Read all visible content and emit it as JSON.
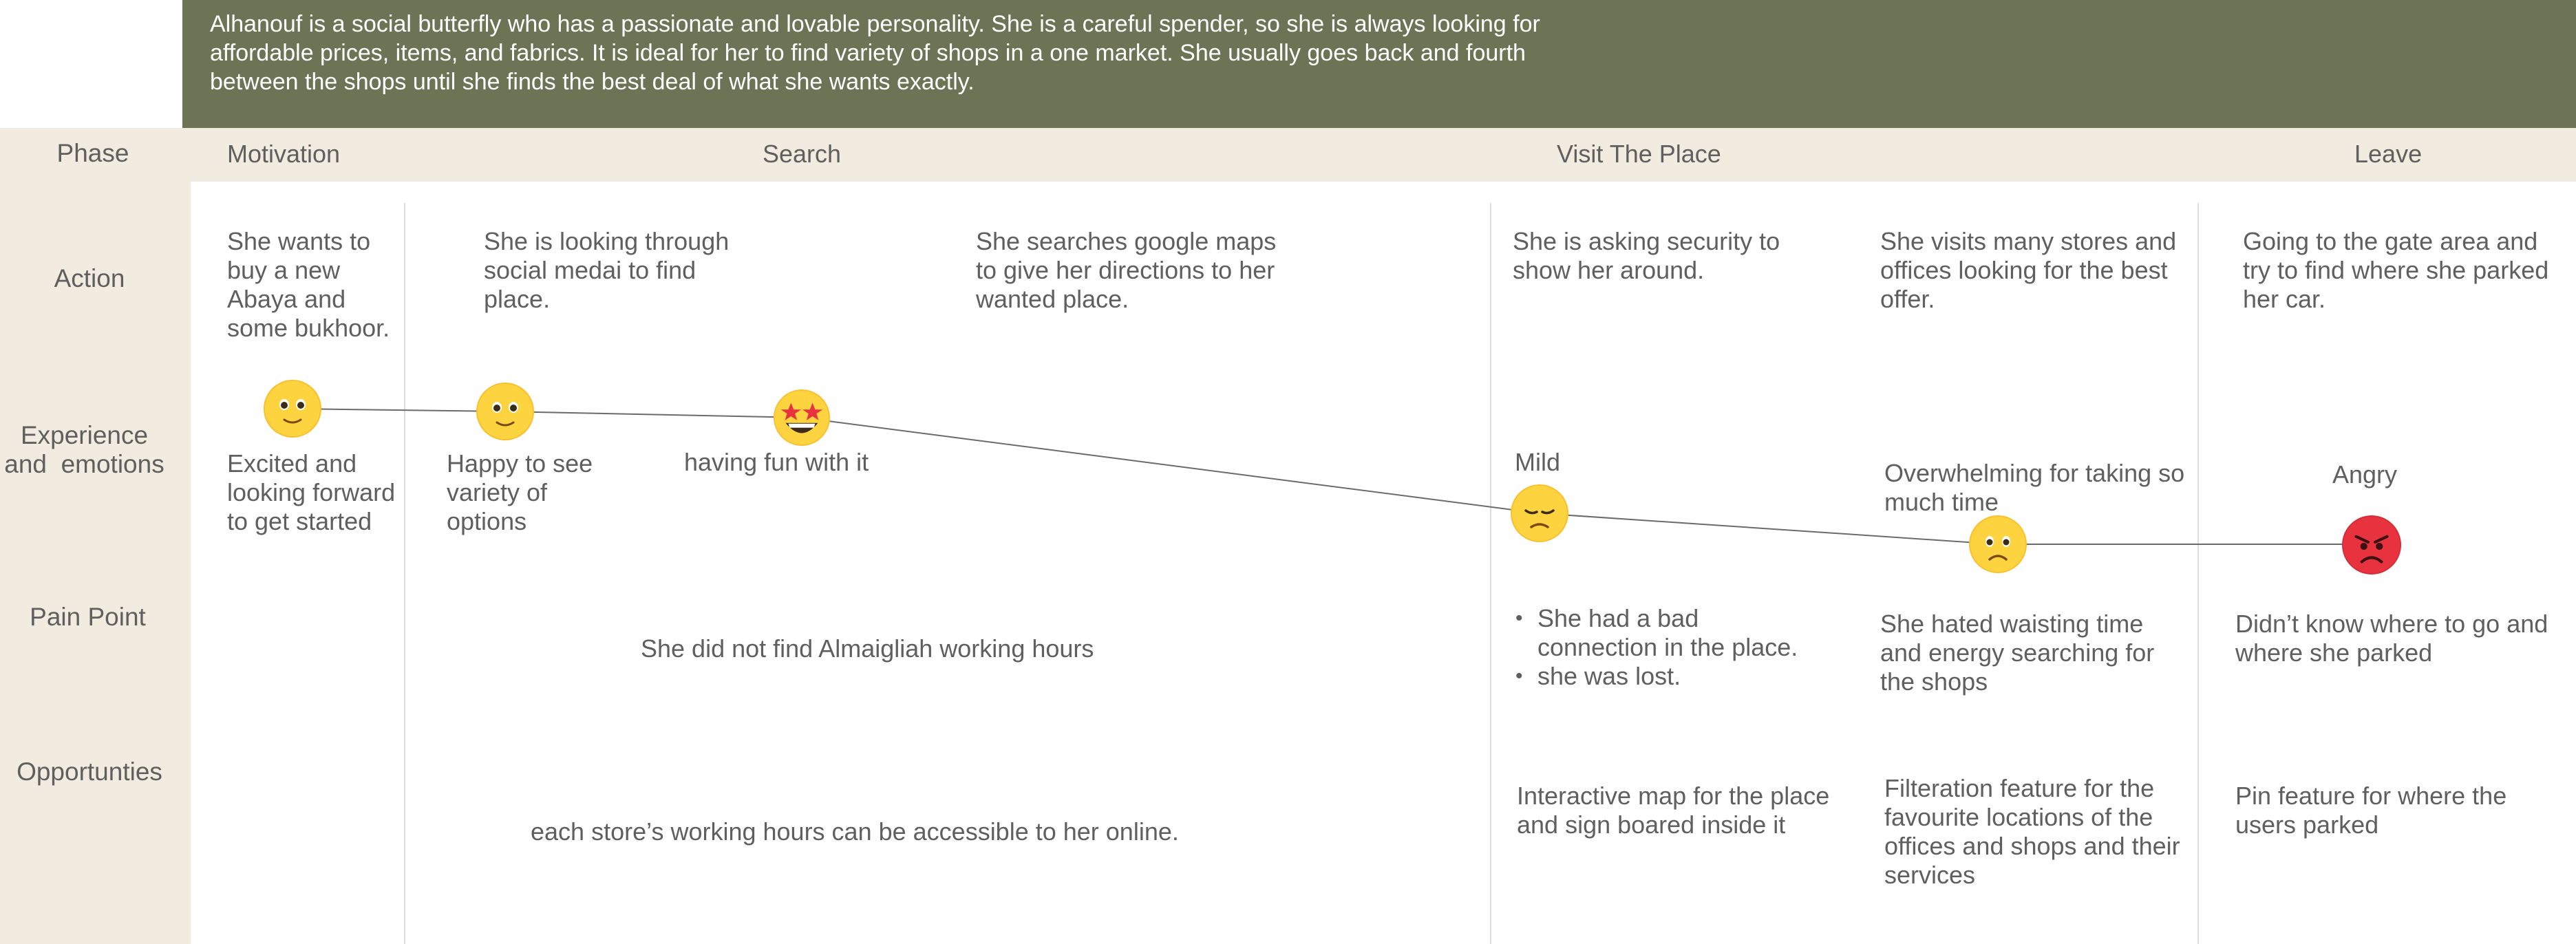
{
  "persona": {
    "lines": [
      "Alhanouf is a social butterfly who has a passionate and lovable personality. She is a careful spender, so she is always looking for",
      "affordable prices, items, and fabrics. It is ideal for her to find variety of shops in a one market. She usually goes back and fourth",
      "between the shops until she finds the best deal of what she wants exactly."
    ]
  },
  "rows": {
    "phase": "Phase",
    "action": "Action",
    "experience": [
      "Experience",
      "and  emotions"
    ],
    "pain": "Pain Point",
    "opportunities": "Opportunties"
  },
  "phases": {
    "motivation": "Motivation",
    "search": "Search",
    "visit": "Visit The Place",
    "leave": "Leave"
  },
  "actions": {
    "a1": [
      "She wants to",
      "buy a new",
      "Abaya and",
      "some bukhoor."
    ],
    "a2": [
      "She is looking through",
      "social medai to find",
      "place."
    ],
    "a3": [
      "She searches google maps",
      "to give her directions to her",
      "wanted place."
    ],
    "a4": [
      "She is asking security to",
      "show her around."
    ],
    "a5": [
      "She visits many stores and",
      "offices looking for the best",
      "offer."
    ],
    "a6": [
      "Going to the gate area and",
      "try to find where she parked",
      "her car."
    ]
  },
  "emotions": {
    "e1": [
      "Excited and",
      "looking forward",
      "to get started"
    ],
    "e2": [
      "Happy to see",
      "variety of",
      "options"
    ],
    "e3": "having fun with it",
    "e4": "Mild",
    "e5": [
      "Overwhelming for taking so",
      "much time"
    ],
    "e6": "Angry",
    "icons": [
      "smiling-face-icon",
      "smiling-face-icon",
      "star-struck-face-icon",
      "pensive-face-icon",
      "slightly-frowning-face-icon",
      "angry-face-icon"
    ]
  },
  "pain_points": {
    "p1": "She did not find Almaigliah working hours",
    "p2": [
      "She had a bad",
      "connection in the place.",
      "she was lost."
    ],
    "p3": [
      "She hated waisting time",
      "and energy searching for",
      "the shops"
    ],
    "p4": [
      "Didn’t know where to go and",
      "where she parked"
    ]
  },
  "opportunities": {
    "o1": "each store’s working hours can be accessible to her online.",
    "o2": [
      "Interactive map for the place",
      "and sign boared inside it"
    ],
    "o3": [
      "Filteration feature for the",
      "favourite locations of the",
      "offices and shops and their",
      "services"
    ],
    "o4": [
      "Pin feature for where the",
      "users parked"
    ]
  },
  "colors": {
    "banner": "#6d7455",
    "sidebar": "#f2ebdf",
    "emoji_yellow": "#fbc02d",
    "emoji_red": "#e8333f",
    "line": "#6b6b6b"
  }
}
